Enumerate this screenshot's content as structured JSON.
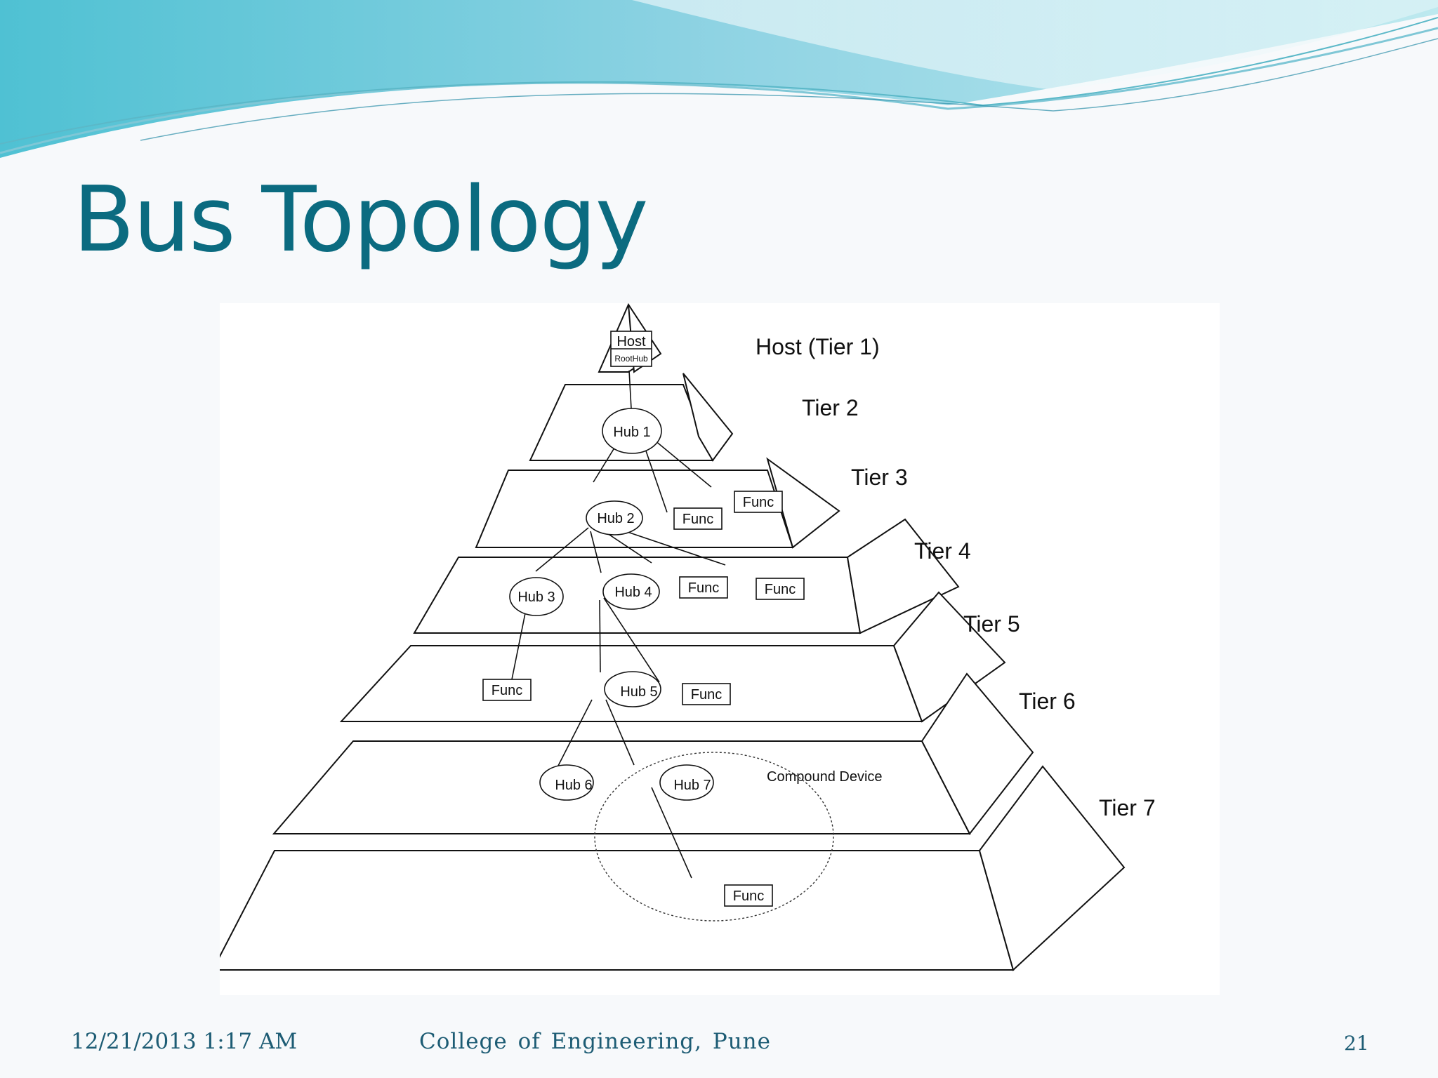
{
  "title": "Bus Topology",
  "footer": {
    "date": "12/21/2013 1:17 AM",
    "organization": "College  of  Engineering,  Pune",
    "page_number": "21"
  },
  "diagram": {
    "tiers": [
      "Host (Tier 1)",
      "Tier 2",
      "Tier 3",
      "Tier 4",
      "Tier 5",
      "Tier 6",
      "Tier 7"
    ],
    "host_node": {
      "label": "Host",
      "sub_label": "RootHub"
    },
    "hubs": [
      "Hub 1",
      "Hub 2",
      "Hub 3",
      "Hub 4",
      "Hub 5",
      "Hub 6",
      "Hub 7"
    ],
    "function_label": "Func",
    "compound_device_label": "Compound Device"
  },
  "colors": {
    "title": "#0b6b80",
    "footer_text": "#1d5c74",
    "banner_light": "#bfe9ee",
    "banner_dark": "#3fb4c9"
  }
}
